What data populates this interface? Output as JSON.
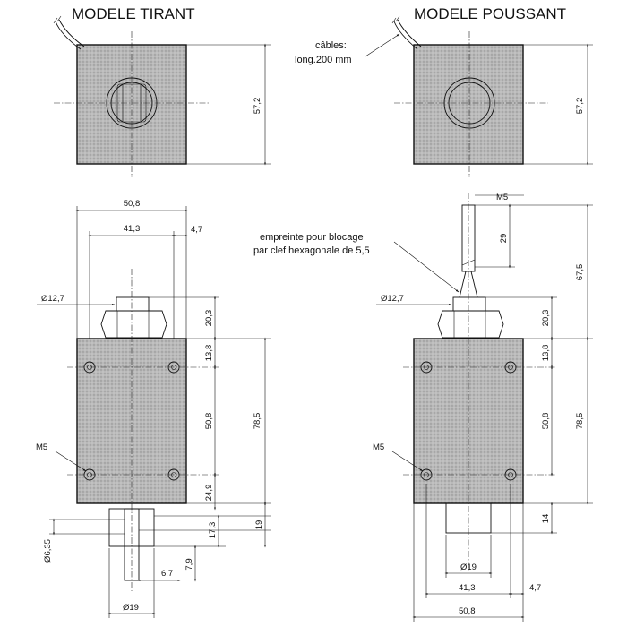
{
  "titles": {
    "tirant": "MODELE TIRANT",
    "poussant": "MODELE POUSSANT"
  },
  "notes": {
    "cables_1": "câbles:",
    "cables_2": "long.200 mm",
    "empreinte_1": "empreinte pour blocage",
    "empreinte_2": "par clef hexagonale de 5,5"
  },
  "dims": {
    "top_height_left": "57,2",
    "top_height_right": "57,2",
    "tirant_width": "50,8",
    "tirant_inner_width": "41,3",
    "tirant_offset": "4,7",
    "tirant_shaft_dia": "Ø12,7",
    "tirant_nut_h": "20,3",
    "tirant_hole_top": "13,8",
    "tirant_hole_spacing": "50,8",
    "tirant_body_h": "78,5",
    "tirant_m5": "M5",
    "tirant_bottom": "24,9",
    "tirant_plunger_dia": "Ø6,35",
    "tirant_plunger_a": "17,3",
    "tirant_plunger_b": "19",
    "tirant_plunger_c": "7,9",
    "tirant_plunger_d": "6,7",
    "tirant_foot_dia": "Ø19",
    "poussant_m5_top": "M5",
    "poussant_rod_h": "29",
    "poussant_total": "67,5",
    "poussant_shaft_dia": "Ø12,7",
    "poussant_nut_h": "20,3",
    "poussant_hole_top": "13,8",
    "poussant_hole_spacing": "50,8",
    "poussant_body_h": "78,5",
    "poussant_m5": "M5",
    "poussant_foot_h": "14",
    "poussant_foot_dia": "Ø19",
    "poussant_inner_width": "41,3",
    "poussant_offset": "4,7",
    "poussant_width": "50,8"
  }
}
